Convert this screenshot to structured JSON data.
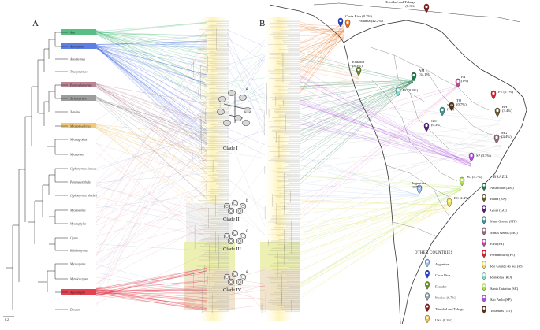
{
  "panel_a": {
    "label": "A"
  },
  "panel_b": {
    "label": "B"
  },
  "genera": [
    {
      "name": "Atta",
      "color": "#3cb371"
    },
    {
      "name": "Acromyrmex",
      "color": "#4169e1"
    },
    {
      "name": "Amoimyrmex",
      "color": ""
    },
    {
      "name": "Trachymyrmex",
      "color": ""
    },
    {
      "name": "Paratrachymyrmex",
      "color": "#b07080"
    },
    {
      "name": "Sericomyrmex",
      "color": "#8c8c8c"
    },
    {
      "name": "Xerolitor",
      "color": ""
    },
    {
      "name": "Mycetomoellerius",
      "color": "#f0c060"
    },
    {
      "name": "Mycetagroicus",
      "color": ""
    },
    {
      "name": "Mycetarotes",
      "color": ""
    },
    {
      "name": "Cyphomyrmex rimosus",
      "color": ""
    },
    {
      "name": "Paramycetophylax",
      "color": ""
    },
    {
      "name": "Cyphomyrmex wheeleri",
      "color": ""
    },
    {
      "name": "Mycetosoritis",
      "color": ""
    },
    {
      "name": "Mycetophylax",
      "color": ""
    },
    {
      "name": "Cyatta",
      "color": ""
    },
    {
      "name": "Kalathomyrmex",
      "color": ""
    },
    {
      "name": "Mycocepurus",
      "color": ""
    },
    {
      "name": "Myrmicocrypta",
      "color": ""
    },
    {
      "name": "Apterostigma",
      "color": "#e02030"
    },
    {
      "name": "Daceton",
      "color": ""
    }
  ],
  "scale_bar": "0.2",
  "clades": [
    {
      "label": "Clade I",
      "sub": "a"
    },
    {
      "label": "Clade II",
      "sub": "b"
    },
    {
      "label": "Clade III",
      "sub": "c"
    },
    {
      "label": "Clade IV",
      "sub": "d"
    }
  ],
  "map_pins": [
    {
      "label": "Trinidad and Tobago\n(8.3%)",
      "color": "#8b1a1a"
    },
    {
      "label": "Costa Rica (0.7%)",
      "color": "#1f3fd0"
    },
    {
      "label": "Panama (42.2%)",
      "color": "#e8701a"
    },
    {
      "label": "Ecuador\n(8.3%)",
      "color": "#6b8e23"
    },
    {
      "label": "AM\n(34.1%)",
      "color": "#1e7b4a"
    },
    {
      "label": "PA\n(1%)",
      "color": "#d040a0"
    },
    {
      "label": "RO(0.3%)",
      "color": "#7fe0d0"
    },
    {
      "label": "TO\n(0.7%)",
      "color": "#5a2e0e"
    },
    {
      "label": "PE (0.7%)",
      "color": "#e02030"
    },
    {
      "label": "BA\n(3.4%)",
      "color": "#6b5b2a"
    },
    {
      "label": "MT\n(1%)",
      "color": "#3a9a9a"
    },
    {
      "label": "GO\n(0.3%)",
      "color": "#5a1a8a"
    },
    {
      "label": "MG\n(3.4%)",
      "color": "#9a6a7a"
    },
    {
      "label": "SP (3.3%)",
      "color": "#b050e0"
    },
    {
      "label": "Argentina\n(0.7%)",
      "color": "#a0c0f0"
    },
    {
      "label": "SC (5.7%)",
      "color": "#b0e050"
    },
    {
      "label": "RS (2.4%)",
      "color": "#f0e060"
    }
  ],
  "legend_brazil": {
    "title": "BRAZIL",
    "items": [
      {
        "label": "Amazonas (AM)",
        "color": "#1e7b4a"
      },
      {
        "label": "Bahia (BA)",
        "color": "#6b5b2a"
      },
      {
        "label": "Goiás (GO)",
        "color": "#5a1a8a"
      },
      {
        "label": "Mato Grosso (MT)",
        "color": "#3a9a9a"
      },
      {
        "label": "Minas Gerais (MG)",
        "color": "#9a6a7a"
      },
      {
        "label": "Pará (PA)",
        "color": "#d040a0"
      },
      {
        "label": "Pernambuco (PE)",
        "color": "#e02030"
      },
      {
        "label": "Rio Grande do Sul (RS)",
        "color": "#f0e060"
      },
      {
        "label": "Rondônia (RO)",
        "color": "#7fe0d0"
      },
      {
        "label": "Santa Catarina (SC)",
        "color": "#b0e050"
      },
      {
        "label": "São Paulo (SP)",
        "color": "#b050e0"
      },
      {
        "label": "Tocantins (TO)",
        "color": "#5a2e0e"
      }
    ]
  },
  "legend_other": {
    "title": "OTHER COUNTRIES",
    "items": [
      {
        "label": "Argentina",
        "color": "#a0c0f0"
      },
      {
        "label": "Costa Rica",
        "color": "#1f3fd0"
      },
      {
        "label": "Ecuador",
        "color": "#6b8e23"
      },
      {
        "label": "Mexico (0.7%)",
        "color": "#8fa0b0"
      },
      {
        "label": "Trinidad and Tobago",
        "color": "#8b1a1a"
      },
      {
        "label": "USA (8.3%)",
        "color": "#f0c060"
      }
    ]
  }
}
